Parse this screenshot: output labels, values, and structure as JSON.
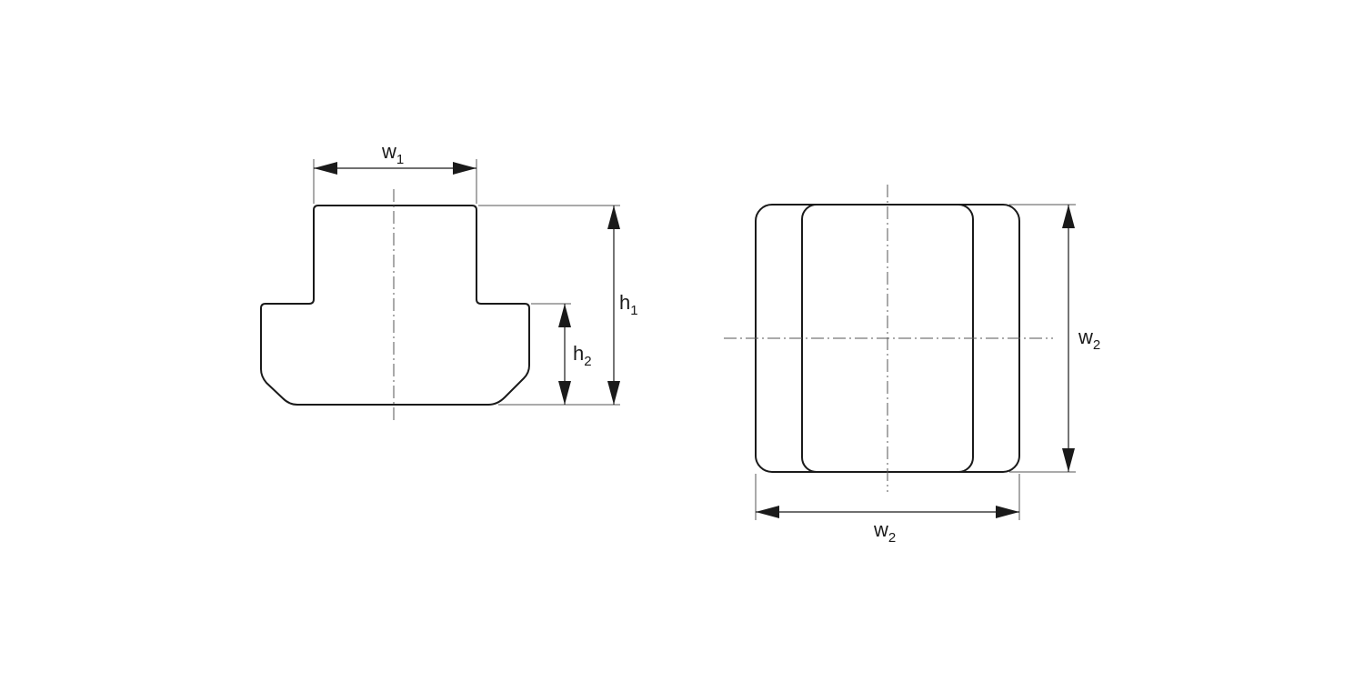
{
  "labels": {
    "w1": {
      "base": "w",
      "sub": "1"
    },
    "h1": {
      "base": "h",
      "sub": "1"
    },
    "h2": {
      "base": "h",
      "sub": "2"
    },
    "w2_right": {
      "base": "w",
      "sub": "2"
    },
    "w2_bottom": {
      "base": "w",
      "sub": "2"
    }
  },
  "colors": {
    "line": "#1a1a1a",
    "extension": "#555555",
    "background": "#ffffff"
  }
}
